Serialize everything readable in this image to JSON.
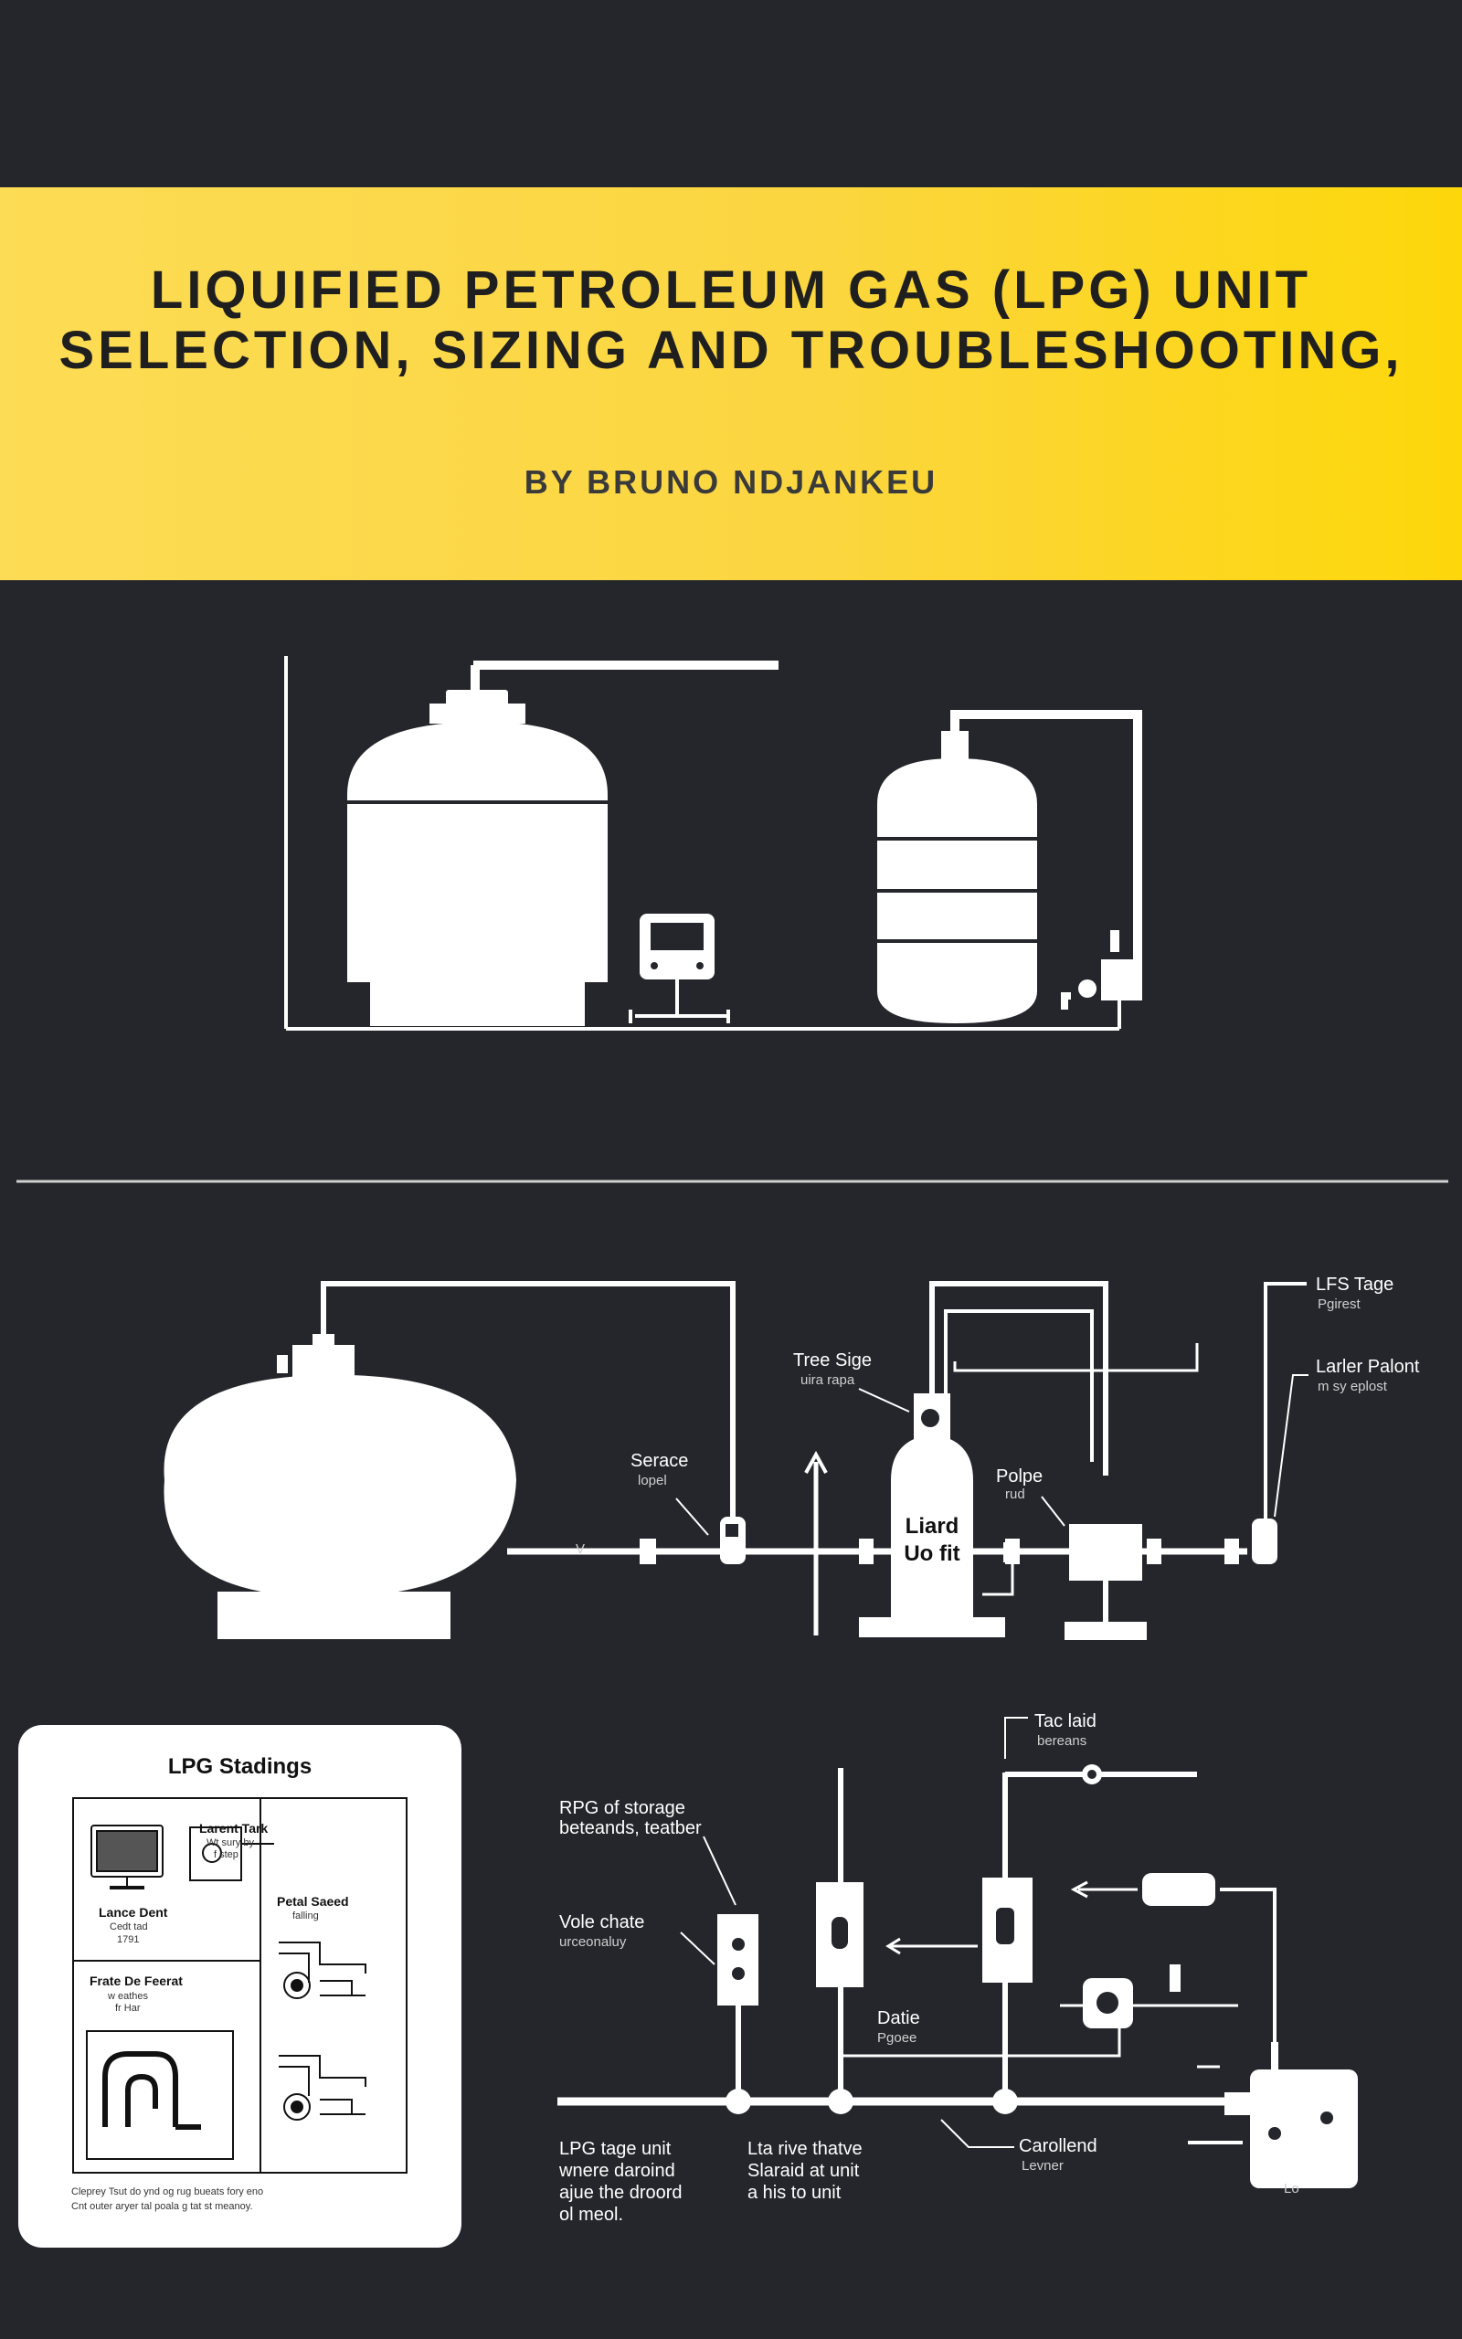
{
  "cover": {
    "title": "LIQUIFIED PETROLEUM GAS (LPG) UNIT SELECTION, SIZING AND TROUBLESHOOTING,",
    "author": "BY BRUNO NDJANKEU",
    "colors": {
      "background": "#24262b",
      "banner_start": "#fddc55",
      "banner_end": "#fdd70a",
      "line_art": "#ffffff"
    }
  },
  "schematic_labels": {
    "lps_tage": "LFS Tage",
    "lps_tage_sub": "Pgirest",
    "larter_patont": "Larler Palont",
    "larter_patont_sub": "m sy eplost",
    "tree_sige": "Tree Sige",
    "tree_sige_sub": "uira rapa",
    "service": "Serace",
    "service_sub": "lopel",
    "polpe": "Polpe",
    "polpe_sub": "rud",
    "tank_label_line1": "Liard",
    "tank_label_line2": "Uo fit",
    "tac_laid": "Tac laid",
    "tac_laid_sub": "bereans",
    "rpg_storage": "RPG of storage",
    "rpg_storage_sub": "beteands, teatber",
    "vole_chate": "Vole chate",
    "vole_chate_sub": "urceonaluy",
    "datie": "Datie",
    "datie_sub": "Pgoee",
    "carollend": "Carollend",
    "carollend_sub": "Levner",
    "lpg_tage_unit": [
      "LPG tage unit",
      "wnere daroind",
      "ajue the droord",
      "ol meol."
    ],
    "lta_tnatve": [
      "Lta rive thatve",
      "Slaraid at unit",
      "a his to unit"
    ],
    "unit_tag": "Lo"
  },
  "card": {
    "title": "LPG Stadings",
    "labels": {
      "larent_tank": "Larent Tark",
      "larent_tank_sub": [
        "Wt sury by",
        "f step"
      ],
      "liance_dent": "Lance Dent",
      "liance_dent_sub": [
        "Cedt tad",
        "1791"
      ],
      "pedal_speed": "Petal Saeed",
      "pedal_speed_sub": "falling",
      "frate_de_freitat": "Frate De Feerat",
      "frate_sub": [
        "w eathes",
        "fr Har"
      ]
    },
    "footer": [
      "Cleprey Tsut do ynd og rug bueats fory eno",
      "Cnt outer aryer tal poala g tat st meanoy."
    ]
  }
}
